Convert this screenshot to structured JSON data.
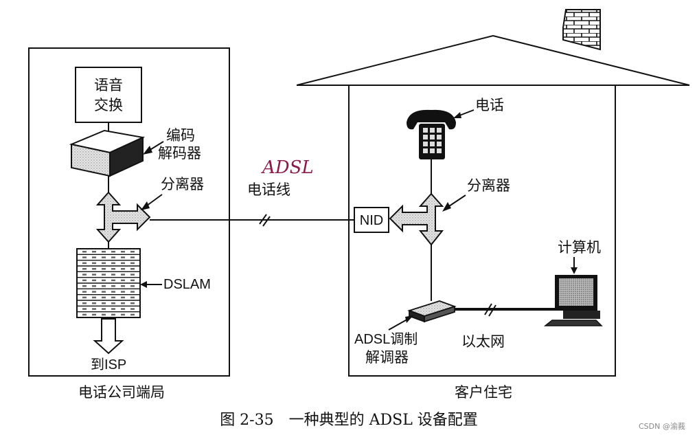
{
  "central_office": {
    "voice_switch": [
      "语音",
      "交换"
    ],
    "codec": [
      "编码",
      "解码器"
    ],
    "splitter": "分离器",
    "dslam": "DSLAM",
    "to_isp": "到ISP",
    "title": "电话公司端局"
  },
  "link": {
    "phone_line": "电话线",
    "handwritten_note": "ADSL"
  },
  "customer": {
    "telephone": "电话",
    "splitter": "分离器",
    "nid": "NID",
    "computer": "计算机",
    "modem": [
      "ADSL调制",
      "解调器"
    ],
    "ethernet": "以太网",
    "title": "客户住宅"
  },
  "caption": "图 2-35　一种典型的 ADSL 设备配置",
  "watermark": "CSDN @渝莪"
}
